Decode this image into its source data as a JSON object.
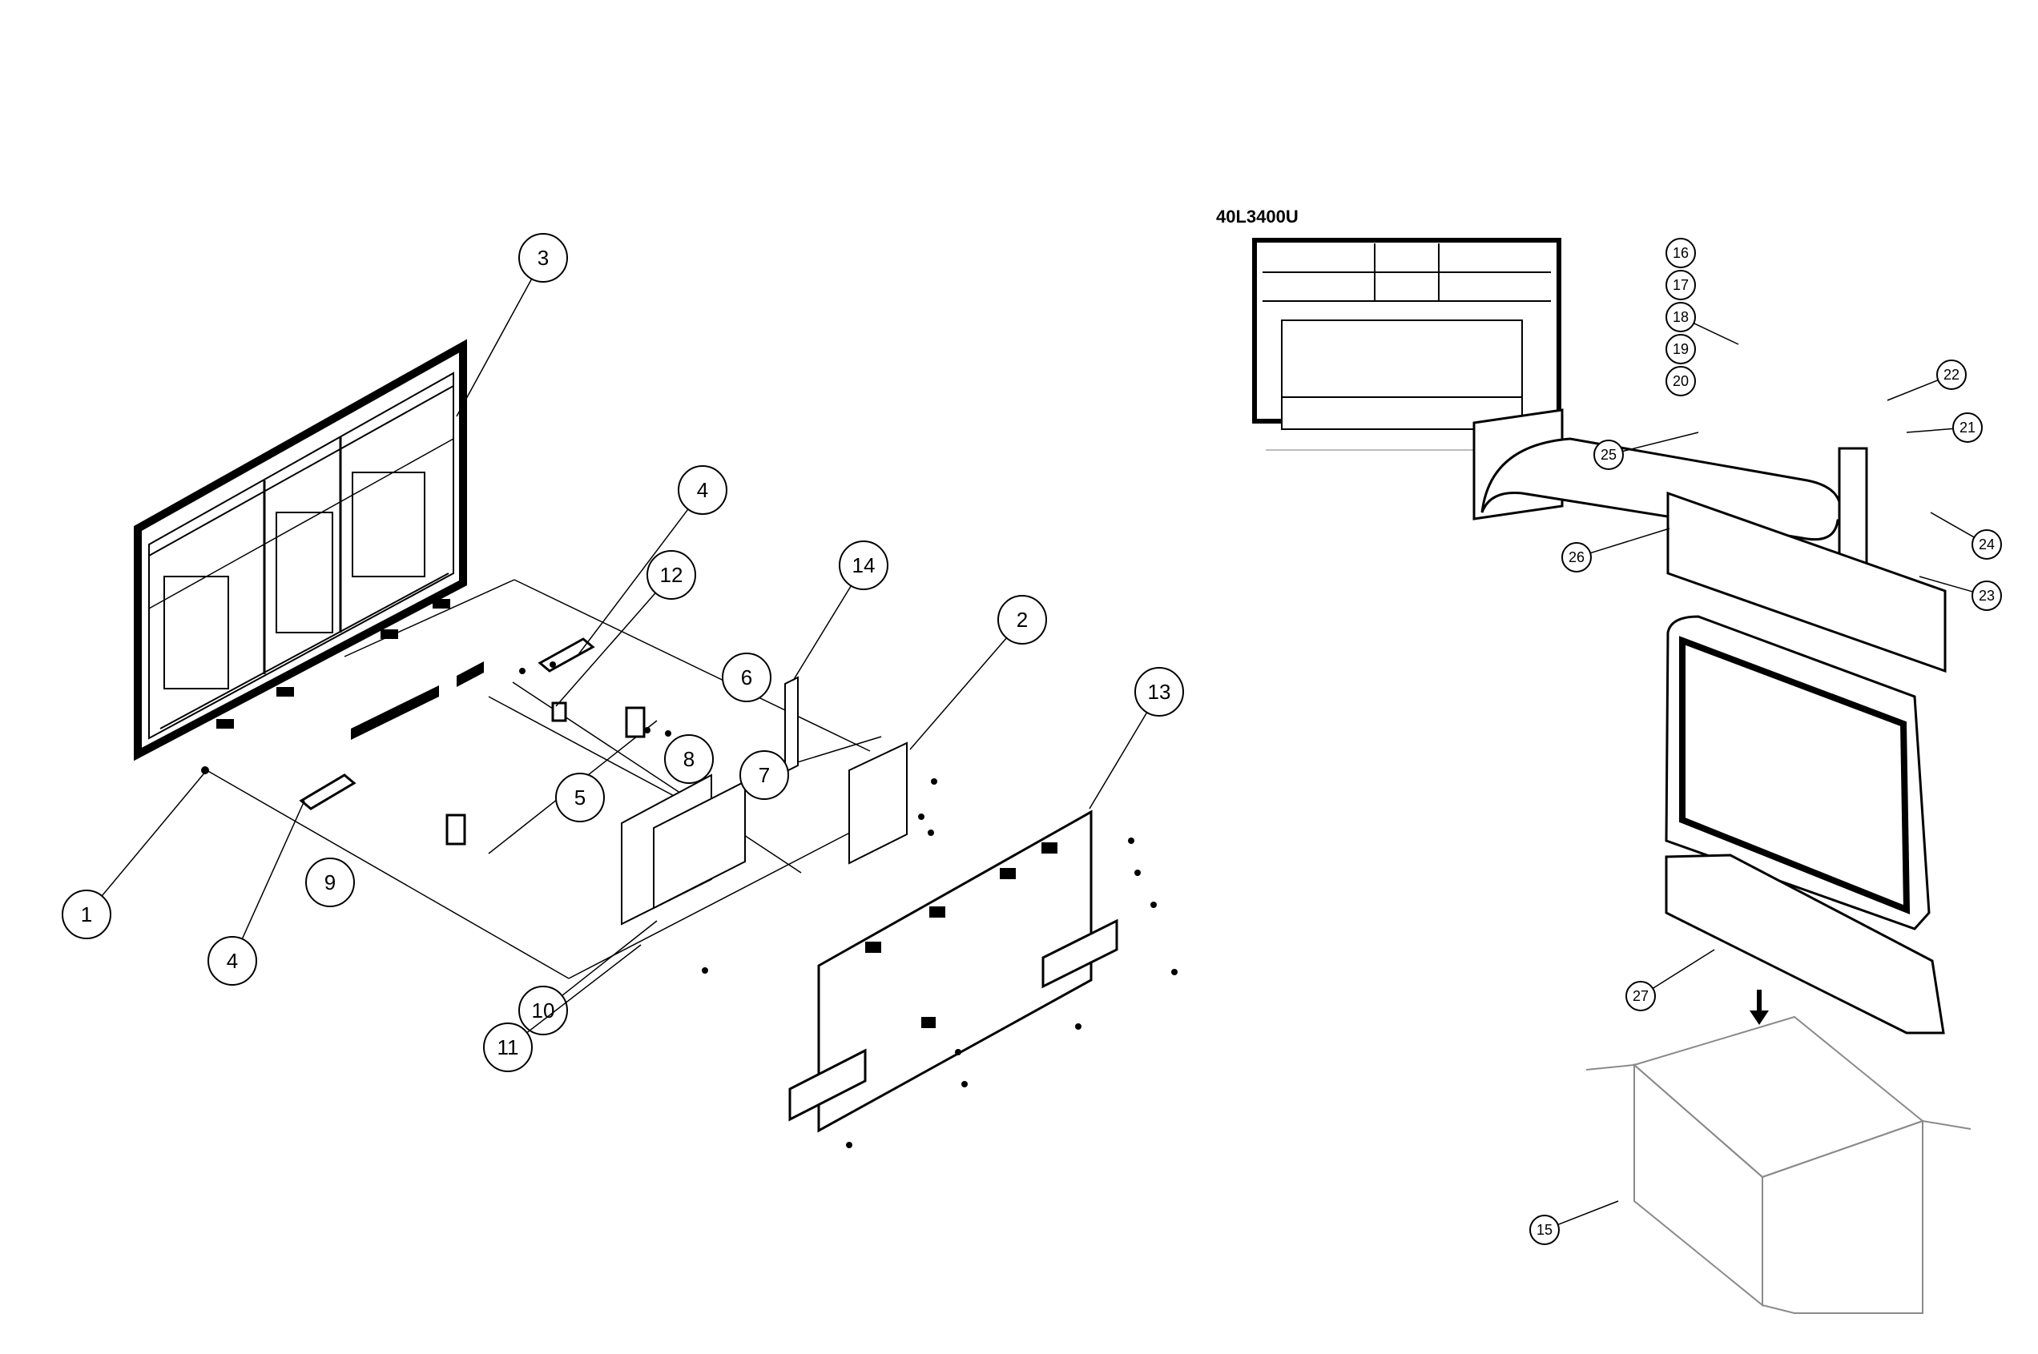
{
  "model": "40L3400U",
  "callouts": [
    "1",
    "2",
    "3",
    "4",
    "4",
    "5",
    "6",
    "7",
    "8",
    "9",
    "10",
    "11",
    "12",
    "13",
    "14",
    "15",
    "16",
    "17",
    "18",
    "19",
    "20",
    "21",
    "22",
    "23",
    "24",
    "25",
    "26",
    "27"
  ],
  "colors": {
    "line": "#000000",
    "fill": "#ffffff",
    "gray": "#8a8a8a",
    "dark": "#1a1a1a"
  }
}
